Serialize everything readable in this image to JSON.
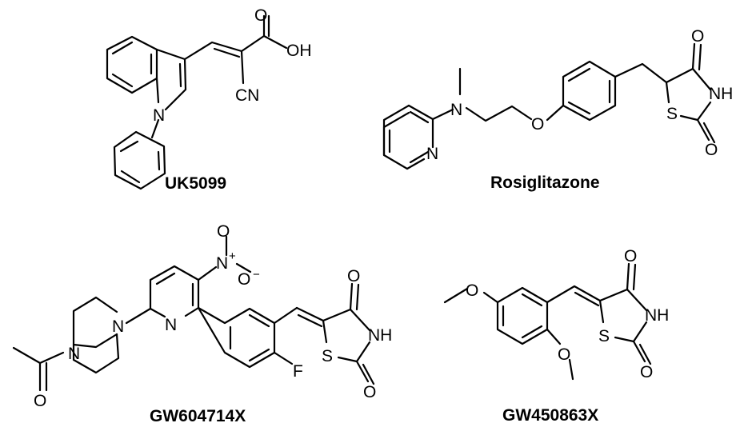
{
  "compounds": [
    {
      "name": "UK5099"
    },
    {
      "name": "Rosiglitazone"
    },
    {
      "name": "GW604714X"
    },
    {
      "name": "GW450863X"
    }
  ],
  "atom_labels": {
    "O": "O",
    "OH": "OH",
    "CN": "CN",
    "N": "N",
    "NH": "NH",
    "S": "S",
    "F": "F",
    "plus": "+",
    "minus": "−"
  }
}
